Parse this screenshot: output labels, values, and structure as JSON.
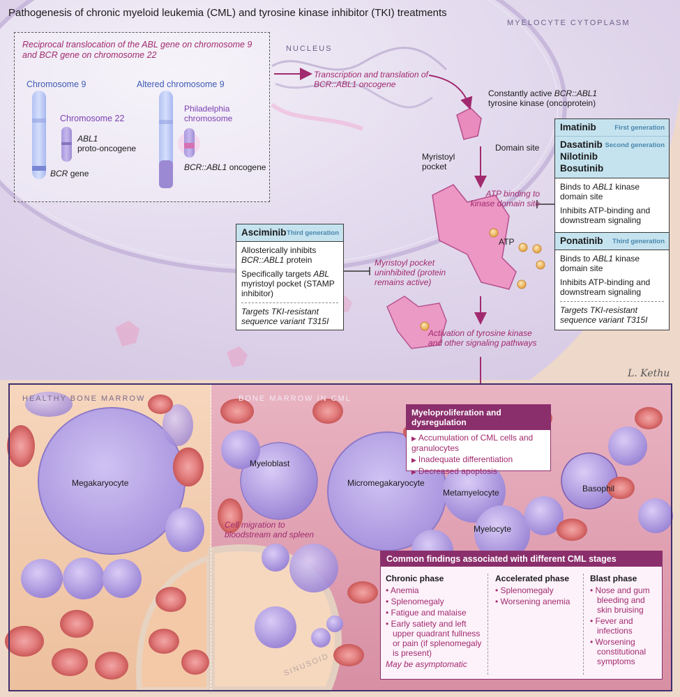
{
  "title": "Pathogenesis of chronic myeloid leukemia (CML) and tyrosine kinase inhibitor (TKI) treatments",
  "regions": {
    "cytoplasm": "MYELOCYTE CYTOPLASM",
    "nucleus": "NUCLEUS",
    "healthy_marrow": "HEALTHY BONE MARROW",
    "cml_marrow": "BONE MARROW IN CML",
    "sinusoid": "SINUSOID"
  },
  "translocation": {
    "title": "Reciprocal translocation of the ABL gene on chromosome 9 and BCR gene on chromosome 22",
    "chr9": "Chromosome 9",
    "chr22": "Chromosome 22",
    "abl1": "ABL1",
    "proto": "proto-oncogene",
    "bcr": "BCR",
    "gene": "gene",
    "altered": "Altered chromosome 9",
    "philadelphia": "Philadelphia chromosome",
    "bcrabl": "BCR::ABL1",
    "oncogene": "oncogene"
  },
  "pathway": {
    "transcription_1": "Transcription and translation of",
    "transcription_2": "BCR::ABL1",
    "transcription_3": "oncogene",
    "active_1": "Constantly active",
    "active_2": "BCR::ABL1",
    "active_3": "tyrosine kinase (oncoprotein)",
    "myristoyl_pocket": "Myristoyl pocket",
    "domain_site": "Domain site",
    "atp_binding": "ATP binding to kinase domain site",
    "atp": "ATP",
    "myristoyl_uninhibited": "Myristoyl pocket uninhibited (protein remains active)",
    "activation": "Activation of tyrosine kinase and other signaling pathways"
  },
  "drugs": {
    "first_gen_name": "Imatinib",
    "first_gen_label": "First generation",
    "second_gen_names": [
      "Dasatinib",
      "Nilotinib",
      "Bosutinib"
    ],
    "second_gen_label": "Second generation",
    "gen12_binds_1": "Binds to",
    "gen12_binds_2": "ABL1",
    "gen12_binds_3": "kinase domain site",
    "gen12_inhibits": "Inhibits ATP-binding and downstream signaling",
    "ponatinib_name": "Ponatinib",
    "ponatinib_label": "Third generation",
    "ponatinib_binds_1": "Binds to",
    "ponatinib_binds_2": "ABL1",
    "ponatinib_binds_3": "kinase domain site",
    "ponatinib_inhibits": "Inhibits ATP-binding and downstream signaling",
    "ponatinib_targets": "Targets TKI-resistant sequence variant T315I",
    "asciminib_name": "Asciminib",
    "asciminib_label": "Third generation",
    "asciminib_allo_1": "Allosterically inhibits",
    "asciminib_allo_2": "BCR::ABL1",
    "asciminib_allo_3": "protein",
    "asciminib_spec_1": "Specifically targets",
    "asciminib_spec_2": "ABL",
    "asciminib_spec_3": "myristoyl pocket (STAMP inhibitor)",
    "asciminib_targets": "Targets TKI-resistant sequence variant T315I"
  },
  "marrow": {
    "myeloproliferation_title": "Myeloproliferation and dysregulation",
    "myeloproliferation_items": [
      "Accumulation of CML cells and granulocytes",
      "Inadequate differentiation",
      "Decreased apoptosis"
    ],
    "cells": {
      "megakaryocyte": "Megakaryocyte",
      "myeloblast": "Myeloblast",
      "micromegakaryocyte": "Micromegakaryocyte",
      "metamyelocyte": "Metamyelocyte",
      "basophil": "Basophil",
      "myelocyte": "Myelocyte"
    },
    "migration": "Cell migration to bloodstream and spleen"
  },
  "findings": {
    "title": "Common findings associated with different CML stages",
    "chronic": {
      "title": "Chronic phase",
      "items": [
        "Anemia",
        "Splenomegaly",
        "Fatigue and malaise",
        "Early satiety and left upper quadrant fullness or pain (if splenomegaly is present)"
      ],
      "note": "May be asymptomatic"
    },
    "accelerated": {
      "title": "Accelerated phase",
      "items": [
        "Splenomegaly",
        "Worsening anemia"
      ]
    },
    "blast": {
      "title": "Blast phase",
      "items": [
        "Nose and gum bleeding and skin bruising",
        "Fever and infections",
        "Worsening constitutional symptoms"
      ]
    }
  },
  "signature": "L. Kethu",
  "colors": {
    "magenta": "#a12a6e",
    "header_purple": "#8a2f6c",
    "drug_header": "#c5e3ef",
    "chromosome_blue": "#3d5ab5"
  }
}
